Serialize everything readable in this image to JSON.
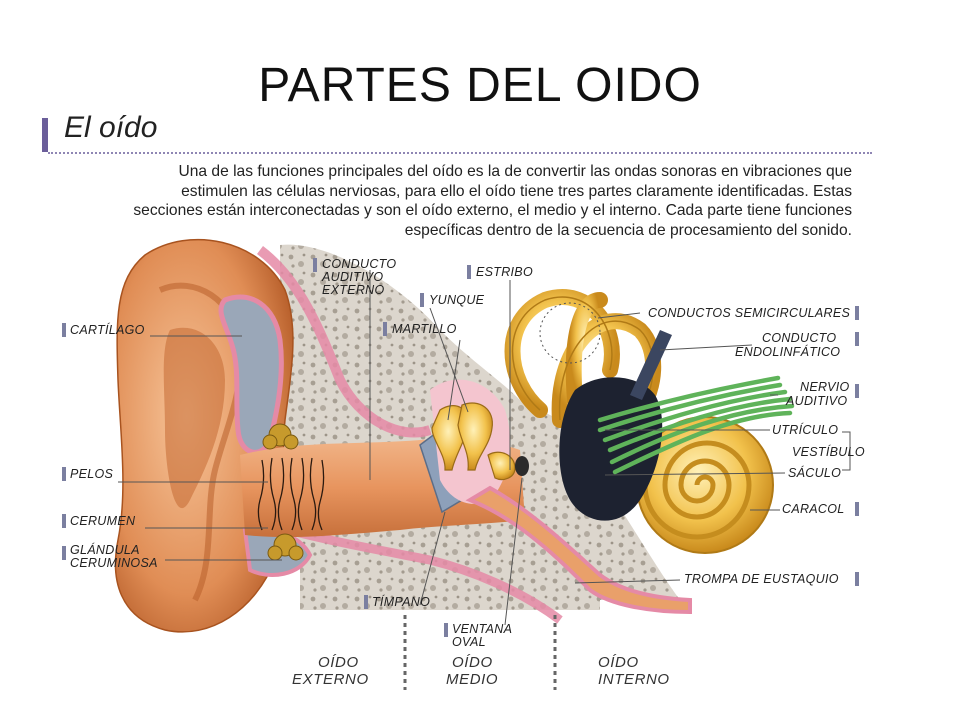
{
  "slide_title": "PARTES DEL OIDO",
  "header": "El oído",
  "intro_lines": [
    "Una de las funciones principales del oído es la de convertir las ondas sonoras en vibraciones que",
    "estimulen las células nerviosas, para ello el oído tiene tres partes claramente identificadas. Estas",
    "secciones están interconectadas y son el oído externo, el medio y el interno. Cada parte tiene funciones",
    "específicas dentro de la secuencia de procesamiento del sonido."
  ],
  "labels": {
    "conducto_auditivo_externo": [
      "CONDUCTO",
      "AUDITIVO",
      "EXTERNO"
    ],
    "estribo": "ESTRIBO",
    "yunque": "YUNQUE",
    "martillo": "MARTILLO",
    "cartilago": "CARTÍLAGO",
    "pelos": "PELOS",
    "cerumen": "CERUMEN",
    "glandula_ceruminosa": [
      "GLÁNDULA",
      "CERUMINOSA"
    ],
    "timpano": "TÍMPANO",
    "ventana_oval": [
      "VENTANA",
      "OVAL"
    ],
    "conductos_semicirculares": "CONDUCTOS SEMICIRCULARES",
    "conducto_endolinfatico": [
      "CONDUCTO",
      "ENDOLINFÁTICO"
    ],
    "nervio_auditivo": [
      "NERVIO",
      "AUDITIVO"
    ],
    "utriculo": "UTRÍCULO",
    "vestibulo": "VESTÍBULO",
    "saculo": "SÁCULO",
    "caracol": "CARACOL",
    "trompa_eustaquio": "TROMPA DE EUSTAQUIO"
  },
  "sections": {
    "externo": [
      "OÍDO",
      "EXTERNO"
    ],
    "medio": [
      "OÍDO",
      "MEDIO"
    ],
    "interno": [
      "OÍDO",
      "INTERNO"
    ]
  },
  "colors": {
    "accent_bar": "#6b5e9a",
    "skin": "#e9a26e",
    "bone": "#d9d4cc",
    "pink_lining": "#e58aa6",
    "inner_ear_gold": "#f3c04a",
    "nerve_green": "#5fb35a",
    "vestibule_dark": "#1d2230"
  }
}
